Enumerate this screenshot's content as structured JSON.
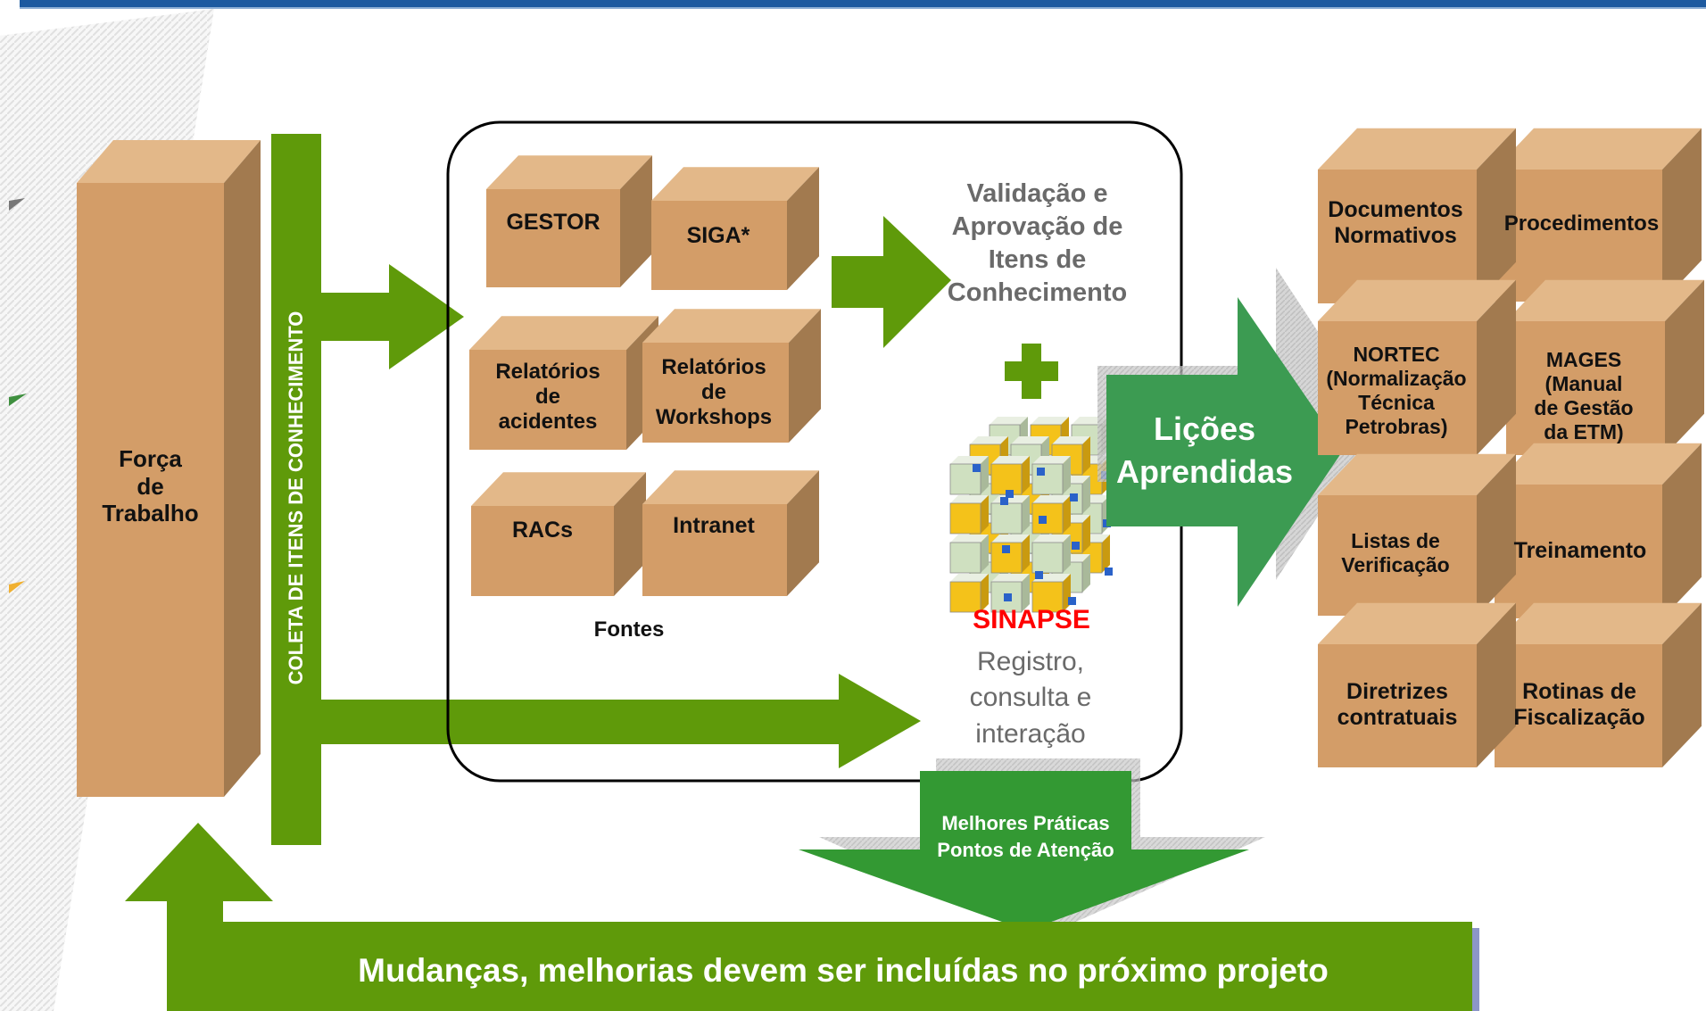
{
  "workforce": "Força\nde\nTrabalho",
  "collection_bar": "COLETA DE ITENS DE CONHECIMENTO",
  "sources": {
    "gestor": "GESTOR",
    "siga": "SIGA*",
    "rel_acidentes": "Relatórios\nde\nacidentes",
    "rel_workshops": "Relatórios\nde\nWorkshops",
    "racs": "RACs",
    "intranet": "Intranet",
    "caption": "Fontes"
  },
  "validation": "Validação e\nAprovação de\nItens de\nConhecimento",
  "plus": "+",
  "sinapse": {
    "name": "SINAPSE",
    "description": "Registro,\nconsulta e\ninteração"
  },
  "lessons": "Lições\nAprendidas",
  "best_practices": "Melhores Práticas\nPontos de Atenção",
  "outputs": {
    "documentos": "Documentos\nNormativos",
    "procedimentos": "Procedimentos",
    "nortec": "NORTEC\n(Normalização\nTécnica\nPetrobras)",
    "mages": "MAGES\n(Manual\nde Gestão\nda ETM)",
    "listas": "Listas de\nVerificação",
    "treinamento": "Treinamento",
    "diretrizes": "Diretrizes\ncontratuais",
    "rotinas": "Rotinas de\nFiscalização"
  },
  "feedback": "Mudanças, melhorias devem ser incluídas no próximo projeto",
  "colors": {
    "green": "#5f9a0a",
    "dark_green": "#339933",
    "box_front": "#d39d68",
    "box_top": "#e3b889",
    "box_side": "#a27a4f",
    "title_bar": "#1d5aa0",
    "sinapse_red": "#ff0000"
  }
}
